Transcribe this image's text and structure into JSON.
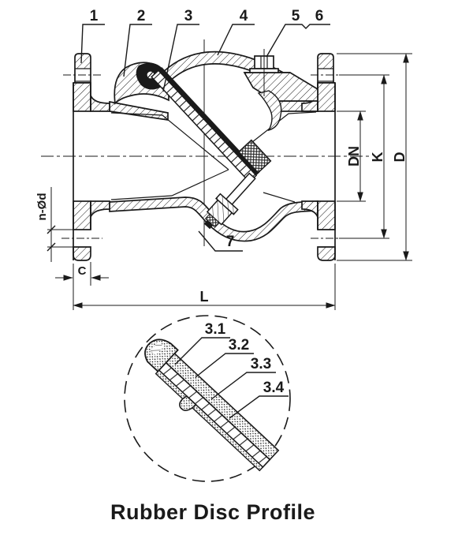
{
  "drawing": {
    "type": "rubber-disc-swing-check-valve-section",
    "caption": "Rubber Disc Profile",
    "part_callouts": [
      "1",
      "2",
      "3",
      "4",
      "5",
      "6",
      "7"
    ],
    "detail_callouts": [
      "3.1",
      "3.2",
      "3.3",
      "3.4"
    ],
    "dimensions": {
      "bore": "DN",
      "bolt_circle": "K",
      "outer_diameter": "D",
      "face_to_face_length": "L",
      "flange_thickness": "C",
      "bolt_holes": "n-Ød"
    },
    "colors": {
      "ink": "#1a1a1a",
      "paper": "#ffffff"
    }
  }
}
